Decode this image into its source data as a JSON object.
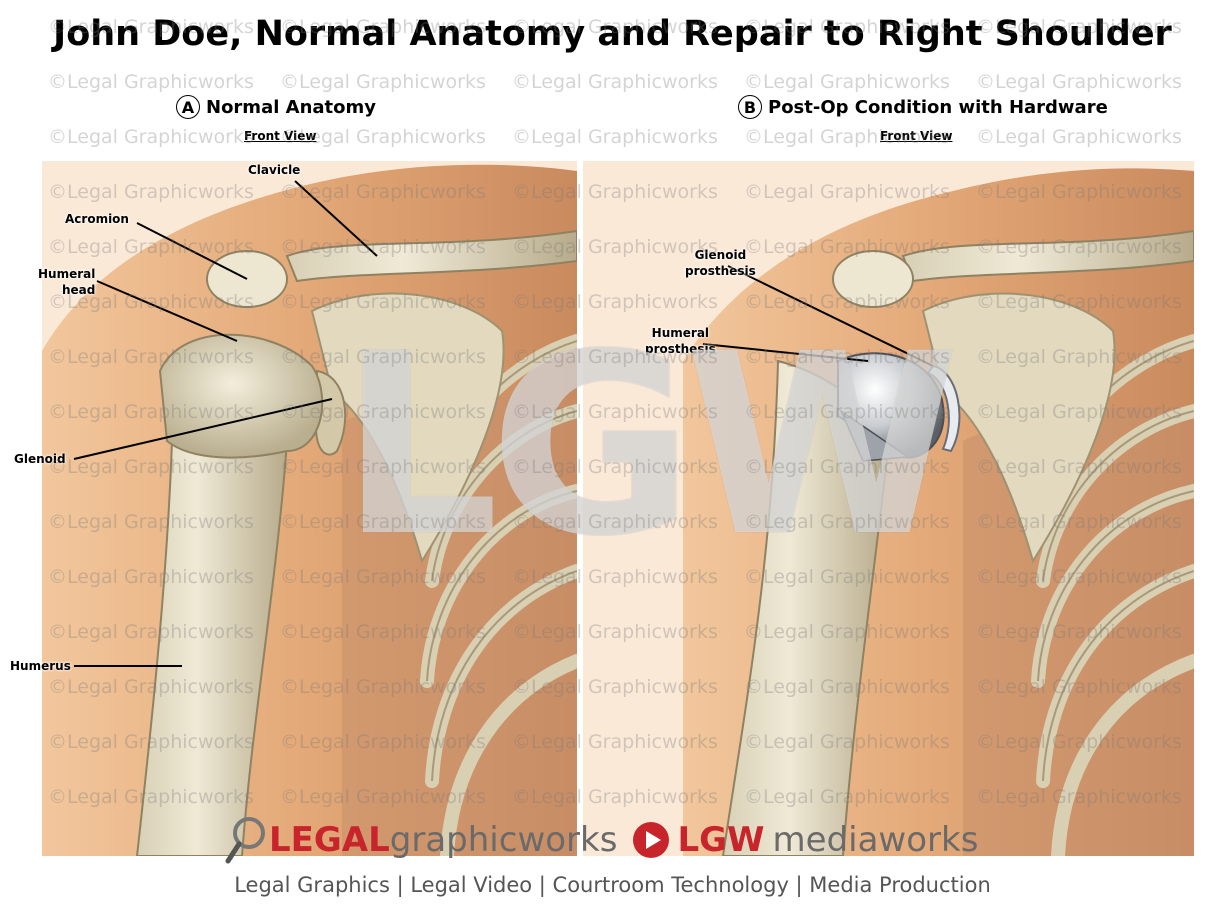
{
  "title": "John Doe, Normal Anatomy and Repair to Right Shoulder",
  "panels": [
    {
      "badge": "A",
      "heading": "Normal Anatomy",
      "view": "Front View",
      "labels": {
        "clavicle": "Clavicle",
        "acromion": "Acromion",
        "humeral_head_1": "Humeral",
        "humeral_head_2": "head",
        "glenoid": "Glenoid",
        "humerus": "Humerus"
      }
    },
    {
      "badge": "B",
      "heading": "Post-Op Condition with Hardware",
      "view": "Front View",
      "labels": {
        "glenoid_prosthesis_1": "Glenoid",
        "glenoid_prosthesis_2": "prosthesis",
        "humeral_prosthesis_1": "Humeral",
        "humeral_prosthesis_2": "prosthesis"
      }
    }
  ],
  "watermark": "©Legal Graphicworks",
  "watermark_big": "LGW",
  "footer": {
    "logo_legal": "LEGAL",
    "logo_graphicworks": "graphicworks",
    "logo_lgw": "LGW",
    "logo_mediaworks": "mediaworks",
    "tagline": "Legal Graphics | Legal Video | Courtroom Technology | Media Production"
  },
  "colors": {
    "skin": "#e3a877",
    "skin_dark": "#c98a5e",
    "bone": "#e8e2cc",
    "bone_shadow": "#b8ad8f",
    "metal": "#c9ccd0",
    "brand_red": "#c8242b"
  }
}
